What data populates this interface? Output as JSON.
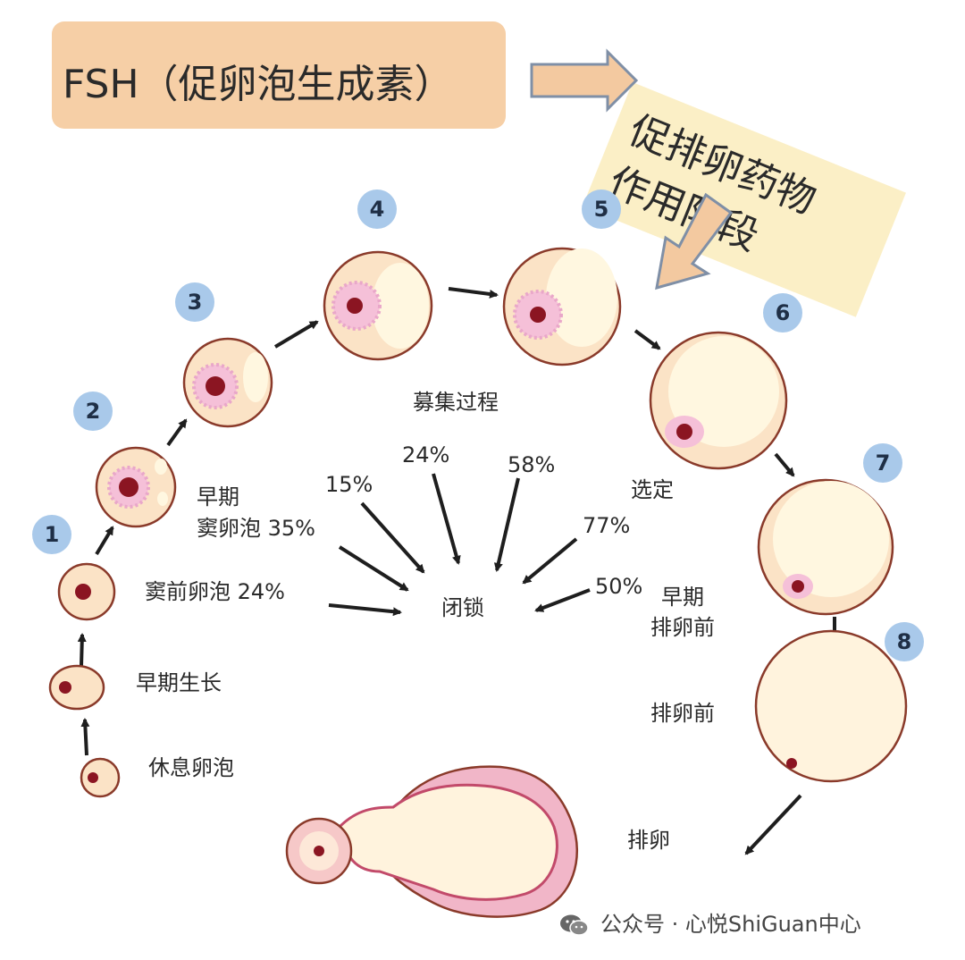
{
  "header": {
    "fsh_label": "FSH（促卵泡生成素）",
    "drug_note_line1": "促排卵药物",
    "drug_note_line2": "作用阶段"
  },
  "stages": [
    {
      "number": "1",
      "label": "窦前卵泡 24%"
    },
    {
      "number": "2",
      "label": ""
    },
    {
      "number": "3",
      "label": ""
    },
    {
      "number": "4",
      "label": ""
    },
    {
      "number": "5",
      "label": ""
    },
    {
      "number": "6",
      "label": ""
    },
    {
      "number": "7",
      "label": ""
    },
    {
      "number": "8",
      "label": ""
    }
  ],
  "labels": {
    "resting": "休息卵泡",
    "early_growth": "早期生长",
    "preantral": "窦前卵泡 24%",
    "early_antral_line1": "早期",
    "early_antral_line2": "窦卵泡 35%",
    "recruitment": "募集过程",
    "selection": "选定",
    "early_preovulatory_line1": "早期",
    "early_preovulatory_line2": "排卵前",
    "preovulatory": "排卵前",
    "ovulation": "排卵",
    "atresia": "闭锁"
  },
  "atresia_rates": [
    "15%",
    "24%",
    "58%",
    "77%",
    "50%"
  ],
  "colors": {
    "follicle_fill": "#fbe3c6",
    "follicle_outline": "#8a3a2a",
    "oocyte": "#8b1522",
    "granulosa": "#e9a7c9",
    "antrum": "#fff7e0",
    "badge": "#a9c9ea",
    "fsh_box": "#f6cfa6",
    "note_box": "#fbefc6",
    "arrow_fill": "#f3c9a0"
  },
  "watermark": "公众号 · 心悦ShiGuan中心"
}
